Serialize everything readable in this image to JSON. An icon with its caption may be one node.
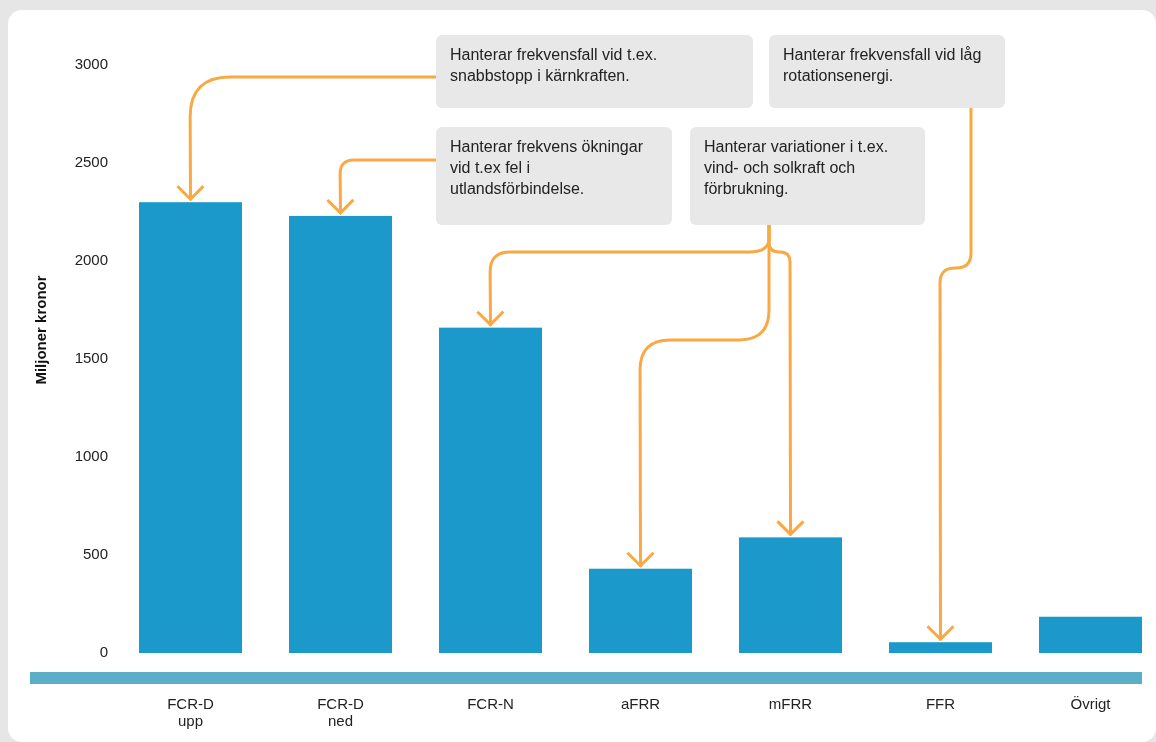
{
  "diagram": {
    "nodes": [
      {
        "text": [
          "Hanterar frekvensfall vid t.ex. snabbstopp i kärnkraften."
        ]
      },
      {
        "text": [
          "Hanterar frekvensfall vid låg rotationsenergi."
        ]
      },
      {
        "text": [
          "Hanterar frekvens ökningar vid t.ex fel i utlandsförbindelse."
        ]
      },
      {
        "text": [
          "Hanterar variationer i t.ex. vind- och solkraft och förbrukning."
        ]
      },
      {
        "text": [],
        "shape": "bar"
      },
      {
        "text": [],
        "shape": "bar"
      },
      {
        "text": [],
        "shape": "bar"
      },
      {
        "text": [],
        "shape": "bar"
      },
      {
        "text": [],
        "shape": "bar"
      },
      {
        "text": [],
        "shape": "bar"
      },
      {
        "text": [],
        "shape": "bar"
      }
    ],
    "edges": [
      {
        "from": 0,
        "to": 4,
        "arrow": "to"
      },
      {
        "from": 2,
        "to": 5,
        "arrow": "to"
      },
      {
        "from": 3,
        "to": 6,
        "arrow": "to"
      },
      {
        "from": 3,
        "to": 7,
        "arrow": "to"
      },
      {
        "from": 3,
        "to": 8,
        "arrow": "to"
      },
      {
        "from": 1,
        "to": 9,
        "arrow": "to"
      }
    ],
    "chart_data": {
      "type": "bar",
      "ylabel": "Miljoner kronor",
      "categories": [
        "FCR-D upp",
        "FCR-D ned",
        "FCR-N",
        "aFRR",
        "mFRR",
        "FFR",
        "Övrigt"
      ],
      "values": [
        2300,
        2230,
        1660,
        430,
        590,
        55,
        185
      ],
      "ylim": [
        0,
        3000
      ],
      "yticks": [
        0,
        500,
        1000,
        1500,
        2000,
        2500,
        3000
      ]
    }
  }
}
